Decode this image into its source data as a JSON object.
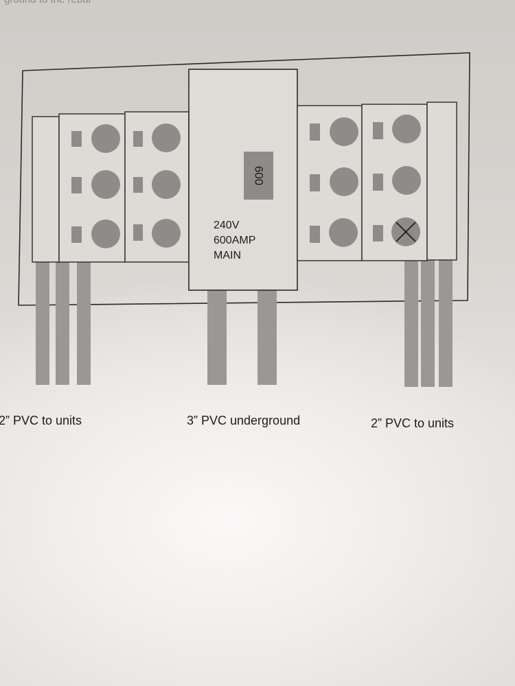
{
  "top_text": "ground to the rebar",
  "main_panel": {
    "breaker_rating": "600",
    "voltage": "240V",
    "amperage": "600AMP",
    "name": "MAIN"
  },
  "labels": {
    "left_conduit": "2” PVC to units",
    "center_conduit": "3” PVC underground",
    "right_conduit": "2” PVC to units"
  },
  "colors": {
    "line": "#2b2a28",
    "fill_gray": "#8e8c89",
    "conduit_gray": "#9a9896",
    "panel_fill": "#e0ddda"
  }
}
